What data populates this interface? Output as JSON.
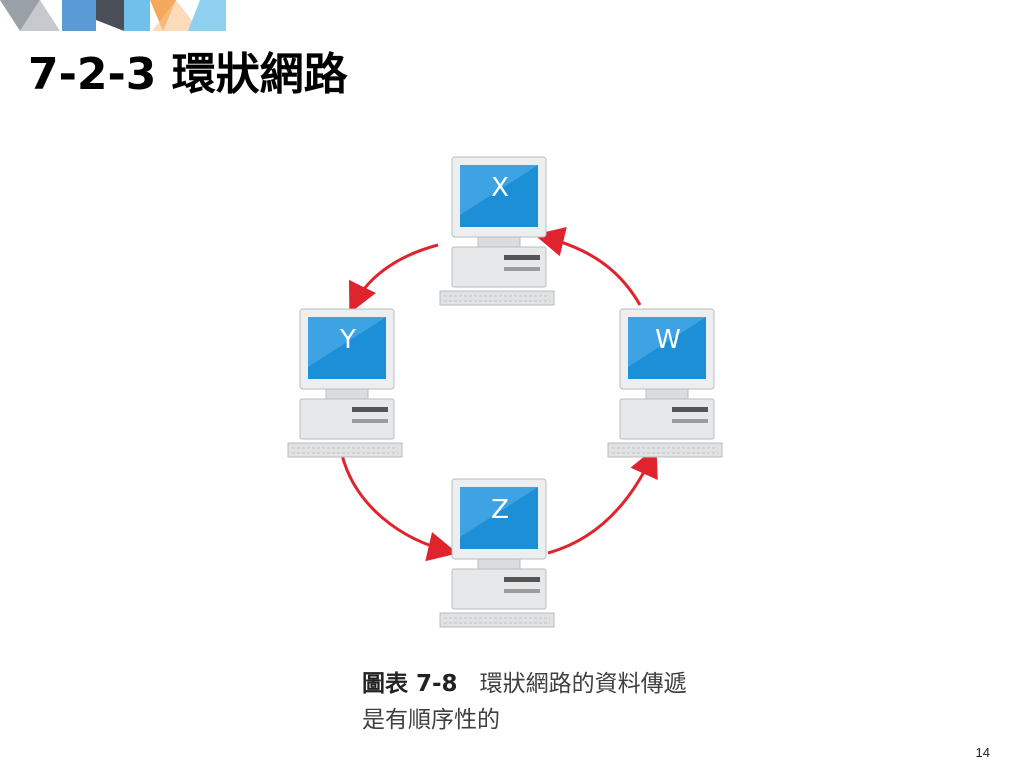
{
  "slide": {
    "title": "7-2-3 環狀網路",
    "page_number": "14"
  },
  "diagram": {
    "nodes": [
      {
        "id": "x",
        "label": "X"
      },
      {
        "id": "w",
        "label": "W"
      },
      {
        "id": "z",
        "label": "Z"
      },
      {
        "id": "y",
        "label": "Y"
      }
    ],
    "flow": [
      "X",
      "Y",
      "Z",
      "W",
      "X"
    ],
    "arrow_color": "#e0242e",
    "screen_color": "#1d8fd6"
  },
  "caption": {
    "label": "圖表 7-8",
    "text": "環狀網路的資料傳遞是有順序性的"
  },
  "decoration": {
    "colors": [
      "#9aa0a8",
      "#5b9bd5",
      "#4a4f57",
      "#6fc1ea",
      "#f4a85b",
      "#8fd0f0"
    ]
  }
}
